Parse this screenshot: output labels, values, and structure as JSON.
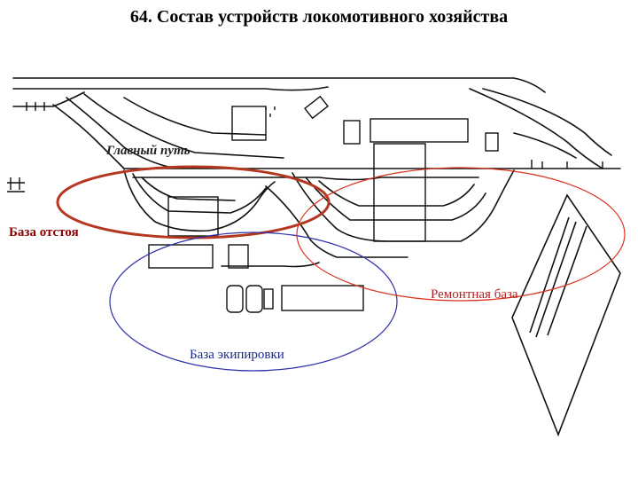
{
  "title": "64. Состав устройств локомотивного хозяйства",
  "labels": {
    "main_track": "Главный путь",
    "storage_base": "База отстоя",
    "repair_base": "Ремонтная база",
    "servicing_base": "База экипировки"
  },
  "colors": {
    "tracks": "#111111",
    "storage_zone": "#b5371f",
    "repair_zone": "#d9331f",
    "servicing_zone": "#2b2fa8",
    "storage_text": "#8b0000",
    "repair_text": "#b22222",
    "servicing_text": "#1a2a8a"
  }
}
